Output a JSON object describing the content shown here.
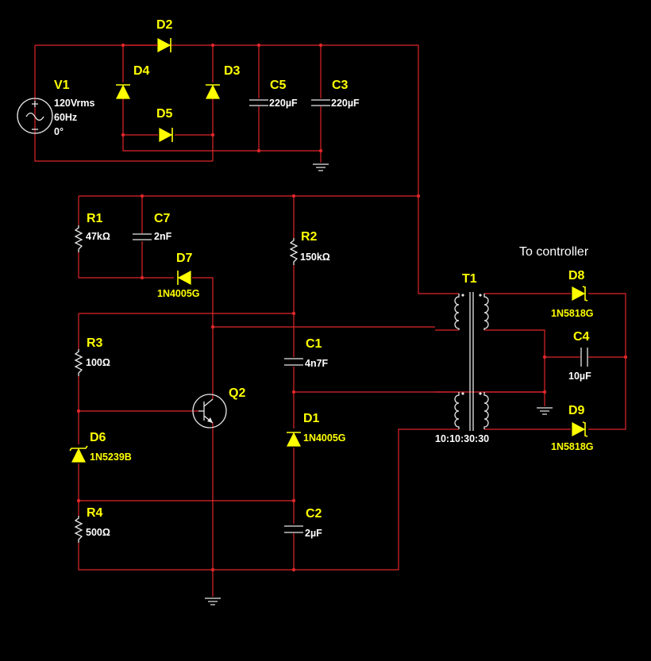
{
  "colors": {
    "background": "#000000",
    "wire": "#e0262a",
    "component": "#e8e8e8",
    "diode": "#ffff00",
    "label": "#ffff00",
    "value": "#ffffff"
  },
  "annotation": "To controller",
  "components": {
    "V1": {
      "ref": "V1",
      "values": [
        "120Vrms",
        "60Hz",
        "0°"
      ]
    },
    "D2": {
      "ref": "D2"
    },
    "D3": {
      "ref": "D3"
    },
    "D4": {
      "ref": "D4"
    },
    "D5": {
      "ref": "D5"
    },
    "C5": {
      "ref": "C5",
      "value": "220µF"
    },
    "C3": {
      "ref": "C3",
      "value": "220µF"
    },
    "R1": {
      "ref": "R1",
      "value": "47kΩ"
    },
    "C7": {
      "ref": "C7",
      "value": "2nF"
    },
    "D7": {
      "ref": "D7",
      "value": "1N4005G"
    },
    "R2": {
      "ref": "R2",
      "value": "150kΩ"
    },
    "R3": {
      "ref": "R3",
      "value": "100Ω"
    },
    "C1": {
      "ref": "C1",
      "value": "4n7F"
    },
    "Q2": {
      "ref": "Q2"
    },
    "D1": {
      "ref": "D1",
      "value": "1N4005G"
    },
    "D6": {
      "ref": "D6",
      "value": "1N5239B"
    },
    "R4": {
      "ref": "R4",
      "value": "500Ω"
    },
    "C2": {
      "ref": "C2",
      "value": "2µF"
    },
    "T1": {
      "ref": "T1",
      "value": "10:10:30:30"
    },
    "D8": {
      "ref": "D8",
      "value": "1N5818G"
    },
    "C4": {
      "ref": "C4",
      "value": "10µF"
    },
    "D9": {
      "ref": "D9",
      "value": "1N5818G"
    }
  }
}
